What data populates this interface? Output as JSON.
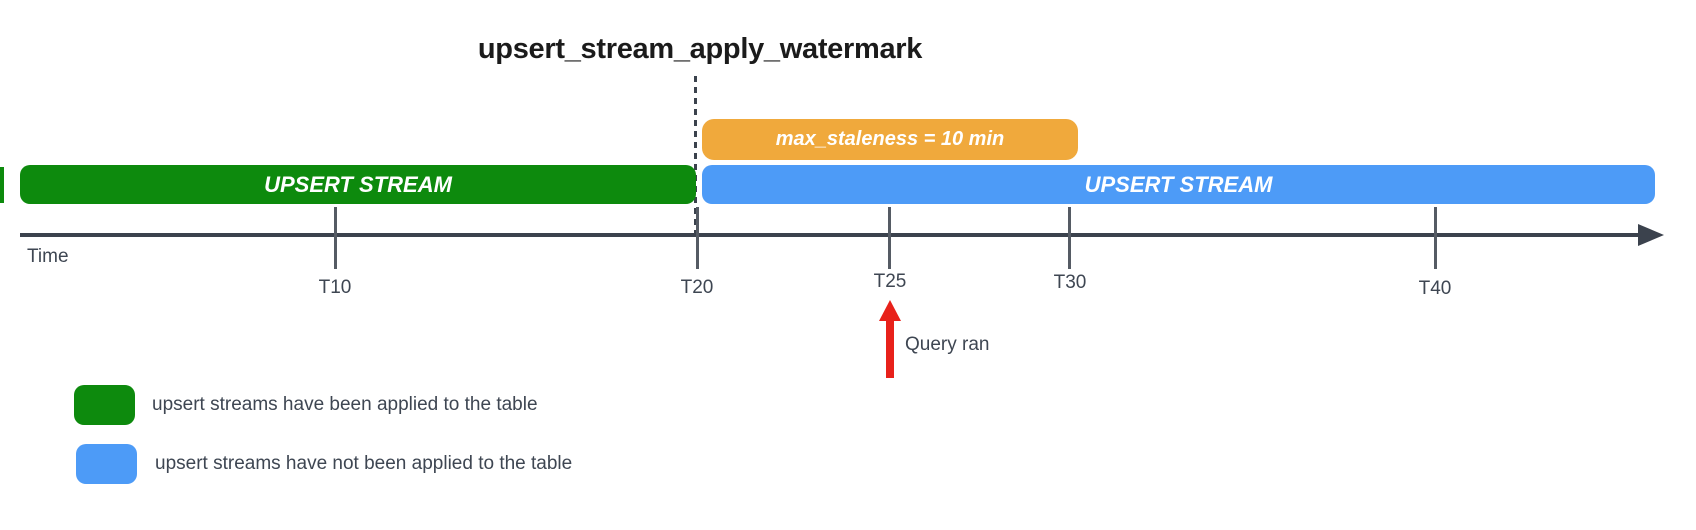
{
  "title": "upsert_stream_apply_watermark",
  "colors": {
    "green": "#0d8a0d",
    "blue": "#4d9bf7",
    "amber": "#f0a93c",
    "red": "#e8211a",
    "axis": "#3b424d",
    "tick": "#555b64",
    "ink": "#3e4652",
    "ink_strong": "#1b1b1b"
  },
  "bars": {
    "staleness": {
      "label": "max_staleness = 10 min",
      "color": "#f0a93c"
    },
    "applied": {
      "label": "UPSERT STREAM",
      "color": "#0d8a0d"
    },
    "not_applied": {
      "label": "UPSERT STREAM",
      "color": "#4d9bf7"
    }
  },
  "timeline": {
    "axis_label": "Time",
    "ticks": [
      {
        "label": "T10"
      },
      {
        "label": "T20"
      },
      {
        "label": "T25"
      },
      {
        "label": "T30"
      },
      {
        "label": "T40"
      }
    ]
  },
  "annotations": {
    "query_ran_label": "Query ran"
  },
  "legend": [
    {
      "label": "upsert streams have been applied to the table",
      "swatch_color": "#0d8a0d"
    },
    {
      "label": "upsert streams have not been applied to the table",
      "swatch_color": "#4d9bf7"
    }
  ]
}
